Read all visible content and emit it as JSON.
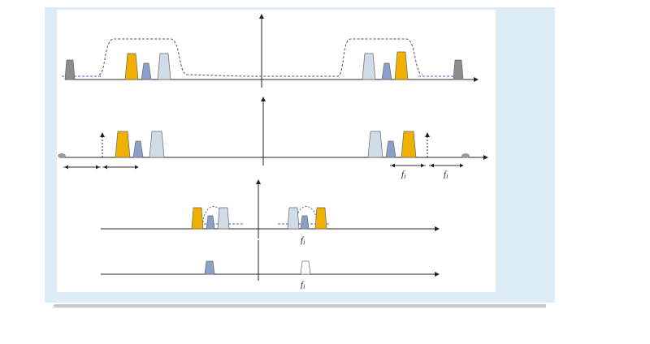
{
  "labels": {
    "fi_1": "f",
    "fi_1_sub": "i",
    "fi_2": "f",
    "fi_2_sub": "i",
    "fi_3": "f",
    "fi_3_sub": "i",
    "fi_4": "f",
    "fi_4_sub": "i"
  },
  "colors": {
    "frame": "#dcedf6",
    "axis": "#222222",
    "envelope": "#555555",
    "noise": "#4a5fd0",
    "yellow": "#f0b000",
    "blue": "#8aa0c8",
    "light": "#d0dce8",
    "gray": "#8c8c8c"
  }
}
